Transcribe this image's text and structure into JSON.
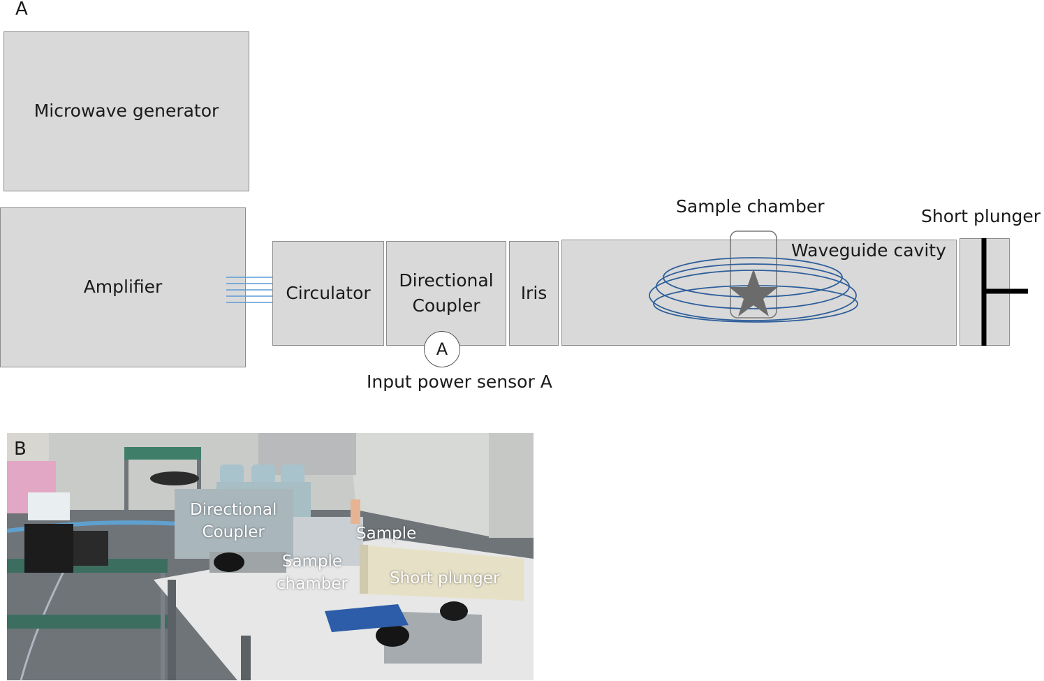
{
  "panel_a": {
    "letter": "A",
    "microwave_generator": "Microwave generator",
    "amplifier": "Amplifier",
    "circulator": "Circulator",
    "directional_coupler": [
      "Directional",
      "Coupler"
    ],
    "iris": "Iris",
    "waveguide_cavity": "Waveguide cavity",
    "sample_chamber": "Sample chamber",
    "short_plunger": "Short plunger",
    "sensor_letter": "A",
    "input_power_sensor": "Input power sensor A",
    "colors": {
      "box_fill": "#d9d9d9",
      "box_border": "#8c8c8c",
      "arrow": "#5b9bd5",
      "field_lines": "#2e5f9a",
      "star": "#6b6b6b"
    }
  },
  "panel_b": {
    "letter": "B",
    "labels": {
      "directional_coupler": [
        "Directional",
        "Coupler"
      ],
      "sample": "Sample",
      "sample_chamber": [
        "Sample",
        "chamber"
      ],
      "short_plunger": "Short plunger"
    }
  }
}
